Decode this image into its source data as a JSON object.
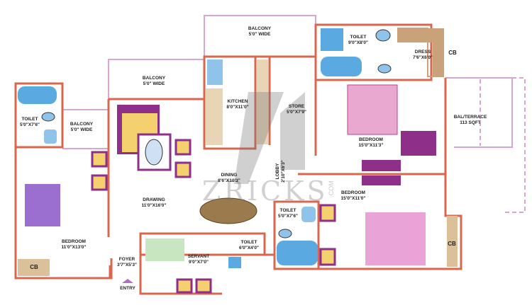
{
  "rooms": {
    "balcony_top": {
      "name": "BALCONY",
      "size": "5'0\" WIDE"
    },
    "toilet_master": {
      "name": "TOILET",
      "size": "9'0\"X8'0\""
    },
    "dress": {
      "name": "DRESS",
      "size": "7'6\"X6'0\""
    },
    "cb_dress": {
      "name": "CB"
    },
    "balcony_mid": {
      "name": "BALCONY",
      "size": "5'0\" WIDE"
    },
    "kitchen": {
      "name": "KITCHEN",
      "size": "8'0\"X11'0\""
    },
    "store": {
      "name": "STORE",
      "size": "5'0\"X7'9\""
    },
    "terrace": {
      "name": "BAL/TERRACE",
      "size": "113 SQFT"
    },
    "toilet_left": {
      "name": "TOILET",
      "size": "5'0\"X7'6\""
    },
    "balcony_left": {
      "name": "BALCONY",
      "size": "5'0\" WIDE"
    },
    "bedroom_master": {
      "name": "BEDROOM",
      "size": "15'0\"X11'3\""
    },
    "dining": {
      "name": "DINING",
      "size": "8'6\"X10'3\""
    },
    "lobby": {
      "name": "LOBBY",
      "size": "2'10\"X6'3\""
    },
    "bedroom_right": {
      "name": "BEDROOM",
      "size": "15'0\"X11'0\""
    },
    "drawing": {
      "name": "DRAWING",
      "size": "11'0\"X16'0\""
    },
    "toilet_right": {
      "name": "TOILET",
      "size": "5'0\"X7'6\""
    },
    "bedroom_left": {
      "name": "BEDROOM",
      "size": "11'0\"X13'0\""
    },
    "cb_right": {
      "name": "CB"
    },
    "toilet_servant": {
      "name": "TOILET",
      "size": "6'0\"X4'0\""
    },
    "servant": {
      "name": "SERVANT",
      "size": "9'0\"X7'0\""
    },
    "foyer": {
      "name": "FOYER",
      "size": "3'7\"X5'3\""
    },
    "cb_left": {
      "name": "CB"
    },
    "entry": {
      "name": "ENTRY"
    }
  },
  "watermark": {
    "brand": "ZRICKS",
    "suffix": ".COM"
  },
  "colors": {
    "wall": "#d9674f",
    "balcony": "#d7a6d4",
    "bath": "#5aa9e0",
    "furniture": "#8e2f8a",
    "wood": "#c9a27a"
  }
}
